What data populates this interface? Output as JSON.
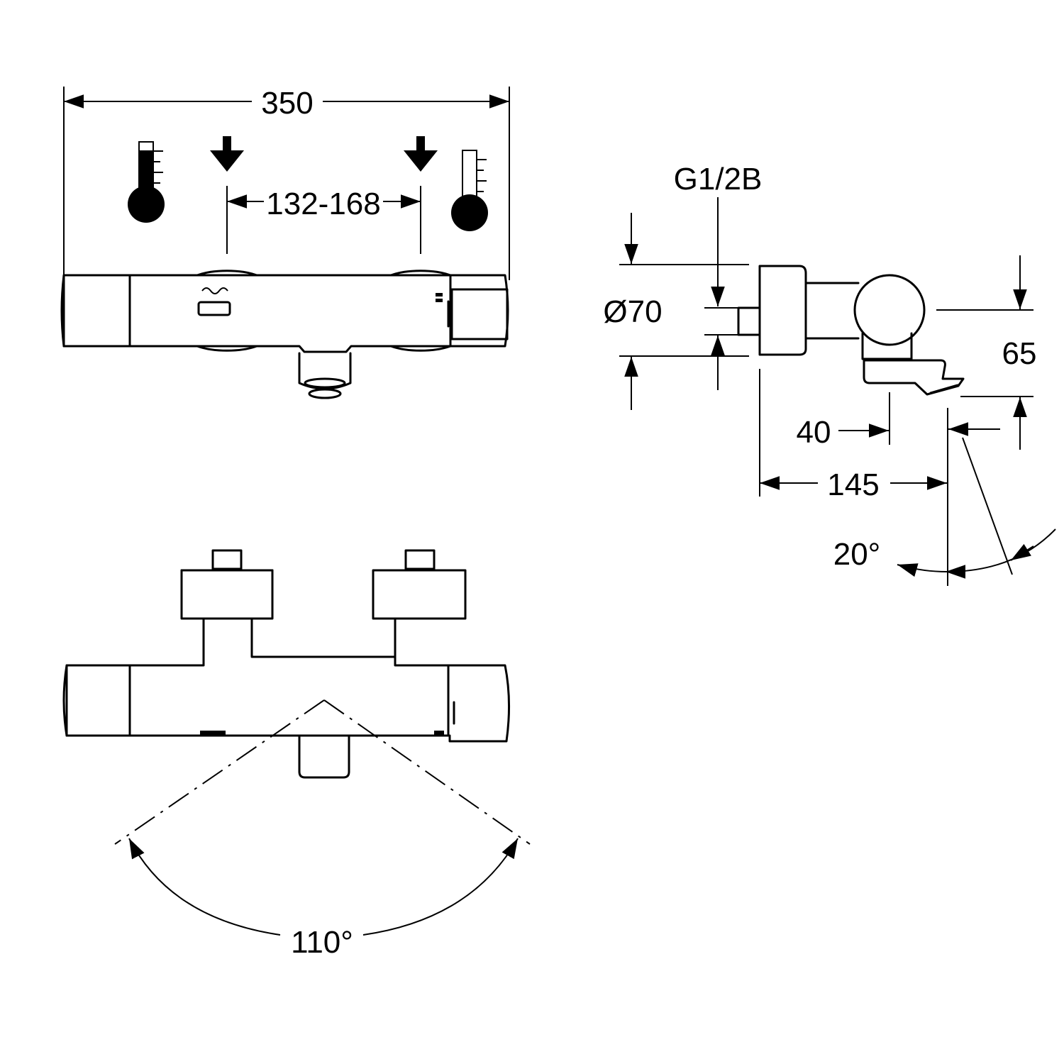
{
  "dimensions": {
    "overall_width": "350",
    "inlet_spacing": "132-168",
    "connection_thread": "G1/2B",
    "diameter": "Ø70",
    "spout_height": "65",
    "spout_offset": "40",
    "projection": "145",
    "tilt_angle": "20°",
    "swivel_angle": "110°"
  },
  "icons": [
    "hot-thermometer-icon",
    "cold-thermometer-icon",
    "down-arrow-icon"
  ],
  "colors": {
    "line": "#000000",
    "background": "#ffffff"
  }
}
